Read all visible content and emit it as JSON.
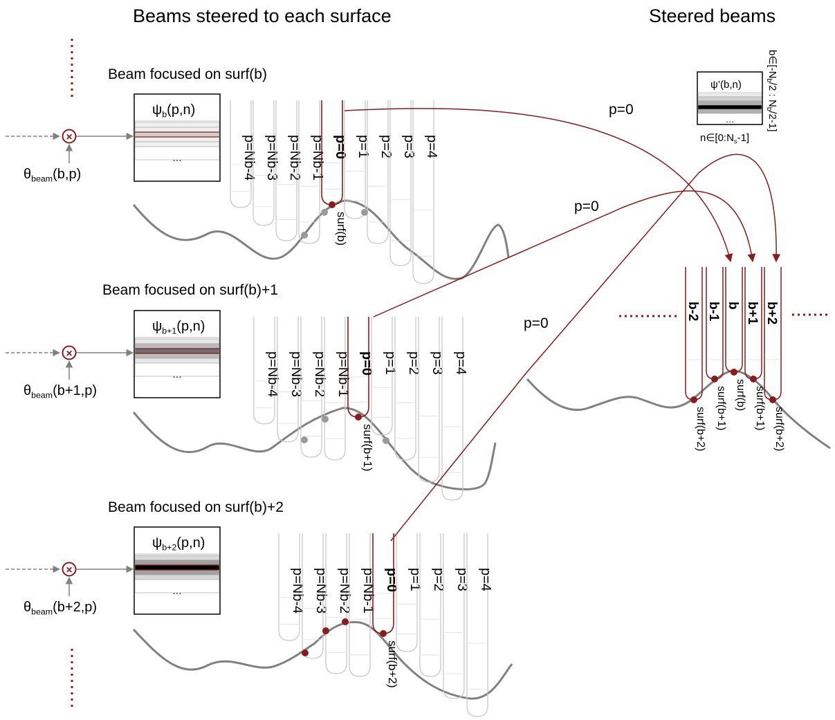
{
  "headings": {
    "left": "Beams steered to each surface",
    "right": "Steered beams"
  },
  "rows": [
    {
      "caption": "Beam focused on surf(b)",
      "psi_base": "ψ",
      "psi_sub": "b",
      "psi_args": "(p,n)",
      "theta_base": "θ",
      "theta_sub": "beam",
      "theta_args": "(b,p)",
      "surf_label": "surf(b)",
      "arrow_label": "p=0"
    },
    {
      "caption": "Beam focused on surf(b)+1",
      "psi_base": "ψ",
      "psi_sub": "b+1",
      "psi_args": "(p,n)",
      "theta_base": "θ",
      "theta_sub": "beam",
      "theta_args": "(b+1,p)",
      "surf_label": "surf(b+1)",
      "arrow_label": "p=0"
    },
    {
      "caption": "Beam focused  on surf(b)+2",
      "psi_base": "ψ",
      "psi_sub": "b+2",
      "psi_args": "(p,n)",
      "theta_base": "θ",
      "theta_sub": "beam",
      "theta_args": "(b+2,p)",
      "surf_label": "surf(b+2)",
      "arrow_label": "p=0"
    }
  ],
  "beam_labels": [
    "p=Nb-4",
    "p=Nb-3",
    "p=Nb-2",
    "p=Nb-1",
    "p=0",
    "p=1",
    "p=2",
    "p=3",
    "p=4"
  ],
  "table_ellipsis": "…",
  "steered": {
    "psi_label": "ψ’(b,n)",
    "n_range": "n∈[0:N",
    "n_range_sub": "s",
    "n_range_end": "-1]",
    "b_range": "b∈[-N",
    "b_range_sub1": "b",
    "b_range_mid": "/2 : N",
    "b_range_sub2": "b",
    "b_range_end": "/2-1]",
    "beams": [
      "b-2",
      "b-1",
      "b",
      "b+1",
      "b+2"
    ],
    "surf_labels": [
      "surf(b+2)",
      "surf(b+1)",
      "surf(b)",
      "surf(b+1)",
      "surf(b+2)"
    ]
  },
  "colors": {
    "accent": "#8b1a1a",
    "beam_gray": "#c8c8c8",
    "surface_gray": "#808080",
    "dot_gray": "#9a9a9a"
  }
}
